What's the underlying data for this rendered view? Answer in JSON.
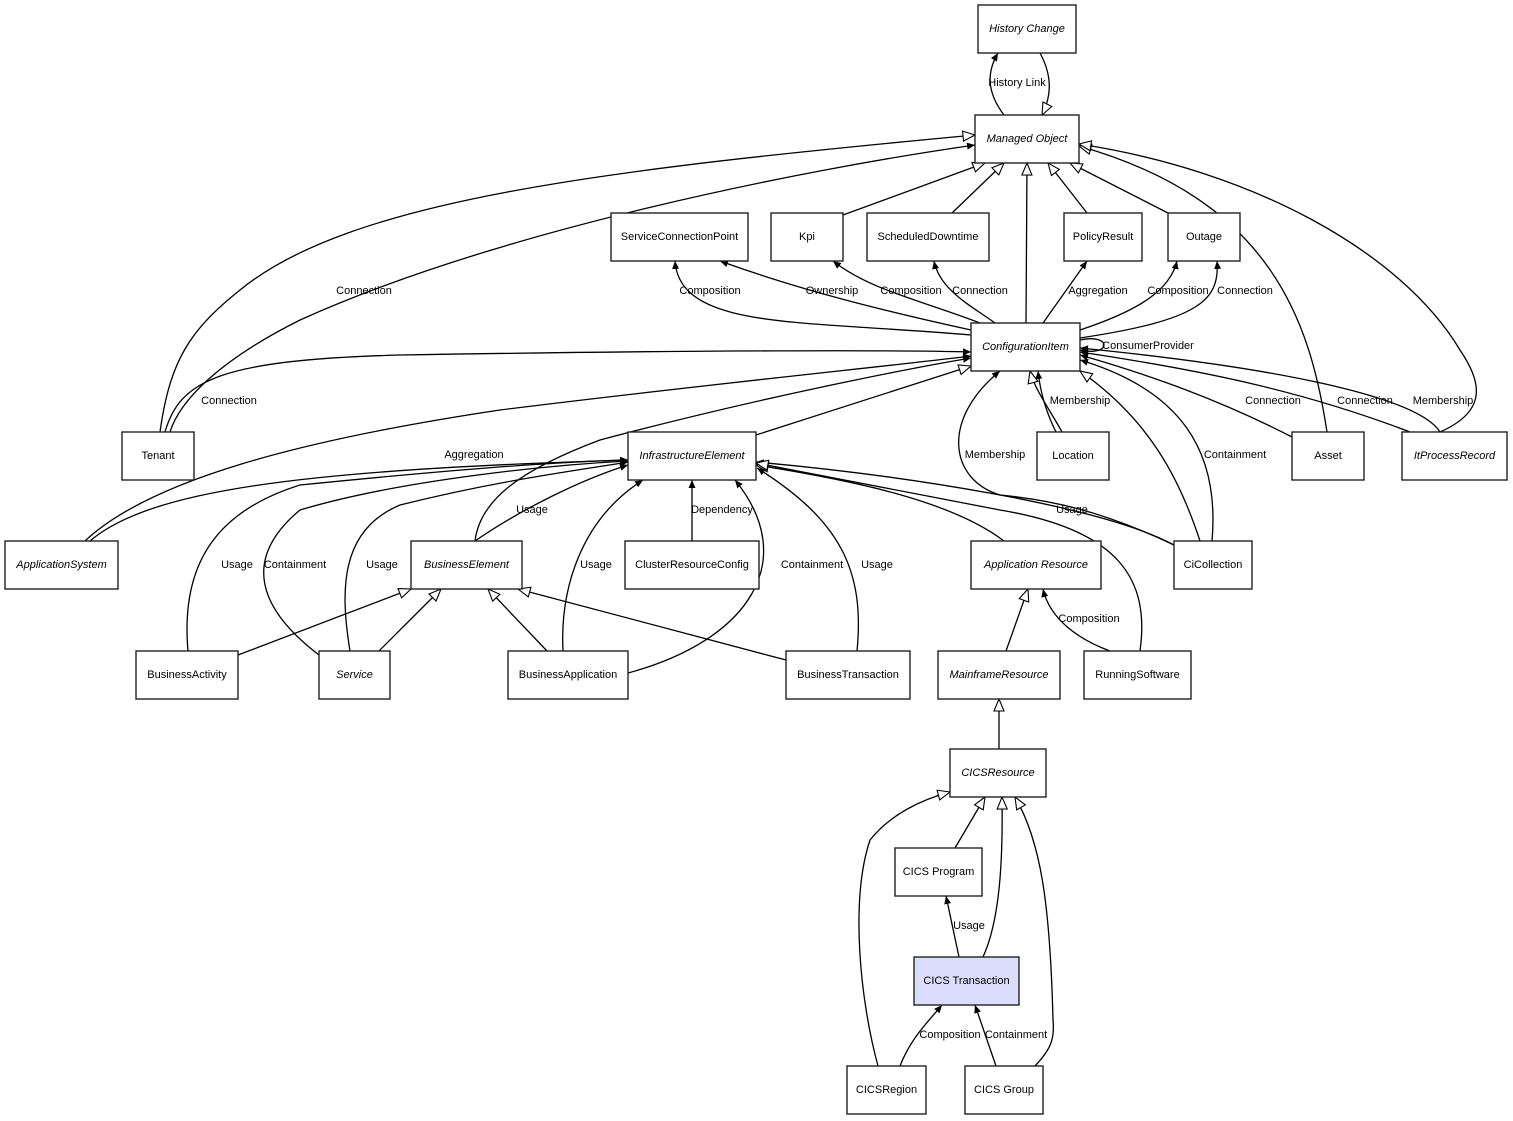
{
  "diagram": {
    "type": "class-relationship",
    "nodes": [
      {
        "id": "history_change",
        "label": "History Change",
        "abstract": true
      },
      {
        "id": "managed_object",
        "label": "Managed Object",
        "abstract": true
      },
      {
        "id": "scp",
        "label": "ServiceConnectionPoint",
        "abstract": false
      },
      {
        "id": "kpi",
        "label": "Kpi",
        "abstract": false
      },
      {
        "id": "sched",
        "label": "ScheduledDowntime",
        "abstract": false
      },
      {
        "id": "policy",
        "label": "PolicyResult",
        "abstract": false
      },
      {
        "id": "outage",
        "label": "Outage",
        "abstract": false
      },
      {
        "id": "ci",
        "label": "ConfigurationItem",
        "abstract": true
      },
      {
        "id": "tenant",
        "label": "Tenant",
        "abstract": false
      },
      {
        "id": "infra",
        "label": "InfrastructureElement",
        "abstract": true
      },
      {
        "id": "location",
        "label": "Location",
        "abstract": false
      },
      {
        "id": "asset",
        "label": "Asset",
        "abstract": false
      },
      {
        "id": "itprocess",
        "label": "ItProcessRecord",
        "abstract": true
      },
      {
        "id": "appsys",
        "label": "ApplicationSystem",
        "abstract": true
      },
      {
        "id": "buselem",
        "label": "BusinessElement",
        "abstract": true
      },
      {
        "id": "cluster",
        "label": "ClusterResourceConfig",
        "abstract": false
      },
      {
        "id": "appres",
        "label": "Application Resource",
        "abstract": true
      },
      {
        "id": "cicoll",
        "label": "CiCollection",
        "abstract": false
      },
      {
        "id": "busact",
        "label": "BusinessActivity",
        "abstract": false
      },
      {
        "id": "service",
        "label": "Service",
        "abstract": true
      },
      {
        "id": "busapp",
        "label": "BusinessApplication",
        "abstract": false
      },
      {
        "id": "bustrans",
        "label": "BusinessTransaction",
        "abstract": false
      },
      {
        "id": "mainframe",
        "label": "MainframeResource",
        "abstract": true
      },
      {
        "id": "running",
        "label": "RunningSoftware",
        "abstract": false
      },
      {
        "id": "cicsres",
        "label": "CICSResource",
        "abstract": true
      },
      {
        "id": "cicsprog",
        "label": "CICS Program",
        "abstract": false
      },
      {
        "id": "cicstrans",
        "label": "CICS Transaction",
        "abstract": false,
        "highlight": true
      },
      {
        "id": "cicsregion",
        "label": "CICSRegion",
        "abstract": false
      },
      {
        "id": "cicsgroup",
        "label": "CICS Group",
        "abstract": false
      }
    ],
    "edges": [
      {
        "from": "managed_object",
        "to": "history_change",
        "kind": "association",
        "label": "History Link"
      },
      {
        "from": "history_change",
        "to": "managed_object",
        "kind": "generalization",
        "label": ""
      },
      {
        "from": "tenant",
        "to": "managed_object",
        "kind": "generalization",
        "label": ""
      },
      {
        "from": "tenant",
        "to": "managed_object",
        "kind": "association",
        "label": "Connection"
      },
      {
        "from": "kpi",
        "to": "managed_object",
        "kind": "generalization",
        "label": ""
      },
      {
        "from": "sched",
        "to": "managed_object",
        "kind": "generalization",
        "label": ""
      },
      {
        "from": "ci",
        "to": "managed_object",
        "kind": "generalization",
        "label": ""
      },
      {
        "from": "policy",
        "to": "managed_object",
        "kind": "generalization",
        "label": ""
      },
      {
        "from": "outage",
        "to": "managed_object",
        "kind": "generalization",
        "label": ""
      },
      {
        "from": "asset",
        "to": "managed_object",
        "kind": "generalization",
        "label": ""
      },
      {
        "from": "itprocess",
        "to": "managed_object",
        "kind": "generalization",
        "label": ""
      },
      {
        "from": "ci",
        "to": "scp",
        "kind": "association",
        "label": "Composition"
      },
      {
        "from": "ci",
        "to": "scp",
        "kind": "association",
        "label": "Ownership"
      },
      {
        "from": "ci",
        "to": "kpi",
        "kind": "association",
        "label": "Composition"
      },
      {
        "from": "ci",
        "to": "sched",
        "kind": "association",
        "label": "Connection"
      },
      {
        "from": "ci",
        "to": "policy",
        "kind": "association",
        "label": "Aggregation"
      },
      {
        "from": "ci",
        "to": "outage",
        "kind": "association",
        "label": "Composition"
      },
      {
        "from": "ci",
        "to": "outage",
        "kind": "association",
        "label": "Connection"
      },
      {
        "from": "ci",
        "to": "ci",
        "kind": "association",
        "label": "ConsumerProvider"
      },
      {
        "from": "tenant",
        "to": "ci",
        "kind": "association",
        "label": "Connection"
      },
      {
        "from": "appsys",
        "to": "ci",
        "kind": "association",
        "label": ""
      },
      {
        "from": "appsys",
        "to": "infra",
        "kind": "association",
        "label": "Aggregation"
      },
      {
        "from": "infra",
        "to": "ci",
        "kind": "generalization",
        "label": ""
      },
      {
        "from": "buselem",
        "to": "ci",
        "kind": "association",
        "label": ""
      },
      {
        "from": "location",
        "to": "ci",
        "kind": "generalization",
        "label": ""
      },
      {
        "from": "location",
        "to": "ci",
        "kind": "association",
        "label": "Membership"
      },
      {
        "from": "cicoll",
        "to": "ci",
        "kind": "association",
        "label": "Membership"
      },
      {
        "from": "cicoll",
        "to": "ci",
        "kind": "generalization",
        "label": ""
      },
      {
        "from": "cicoll",
        "to": "ci",
        "kind": "association",
        "label": "Containment"
      },
      {
        "from": "asset",
        "to": "ci",
        "kind": "association",
        "label": "Connection"
      },
      {
        "from": "itprocess",
        "to": "ci",
        "kind": "association",
        "label": "Connection"
      },
      {
        "from": "itprocess",
        "to": "ci",
        "kind": "association",
        "label": "Membership"
      },
      {
        "from": "buselem",
        "to": "infra",
        "kind": "association",
        "label": "Usage"
      },
      {
        "from": "cluster",
        "to": "infra",
        "kind": "association",
        "label": "Dependency"
      },
      {
        "from": "cicoll",
        "to": "infra",
        "kind": "association",
        "label": "Usage"
      },
      {
        "from": "appres",
        "to": "infra",
        "kind": "generalization",
        "label": ""
      },
      {
        "from": "running",
        "to": "infra",
        "kind": "generalization",
        "label": ""
      },
      {
        "from": "busact",
        "to": "infra",
        "kind": "association",
        "label": "Usage"
      },
      {
        "from": "service",
        "to": "infra",
        "kind": "association",
        "label": "Containment"
      },
      {
        "from": "service",
        "to": "infra",
        "kind": "association",
        "label": "Usage"
      },
      {
        "from": "busapp",
        "to": "infra",
        "kind": "association",
        "label": "Usage"
      },
      {
        "from": "busapp",
        "to": "infra",
        "kind": "association",
        "label": "Containment"
      },
      {
        "from": "bustrans",
        "to": "infra",
        "kind": "association",
        "label": "Usage"
      },
      {
        "from": "busact",
        "to": "buselem",
        "kind": "generalization",
        "label": ""
      },
      {
        "from": "service",
        "to": "buselem",
        "kind": "generalization",
        "label": ""
      },
      {
        "from": "busapp",
        "to": "buselem",
        "kind": "generalization",
        "label": ""
      },
      {
        "from": "bustrans",
        "to": "buselem",
        "kind": "generalization",
        "label": ""
      },
      {
        "from": "mainframe",
        "to": "appres",
        "kind": "generalization",
        "label": ""
      },
      {
        "from": "running",
        "to": "appres",
        "kind": "association",
        "label": "Composition"
      },
      {
        "from": "cicsres",
        "to": "mainframe",
        "kind": "generalization",
        "label": ""
      },
      {
        "from": "cicsprog",
        "to": "cicsres",
        "kind": "generalization",
        "label": ""
      },
      {
        "from": "cicstrans",
        "to": "cicsres",
        "kind": "generalization",
        "label": ""
      },
      {
        "from": "cicstrans",
        "to": "cicsprog",
        "kind": "association",
        "label": "Usage"
      },
      {
        "from": "cicsregion",
        "to": "cicsres",
        "kind": "generalization",
        "label": ""
      },
      {
        "from": "cicsregion",
        "to": "cicstrans",
        "kind": "association",
        "label": "Composition"
      },
      {
        "from": "cicsgroup",
        "to": "cicstrans",
        "kind": "association",
        "label": "Containment"
      },
      {
        "from": "cicsgroup",
        "to": "cicsres",
        "kind": "generalization",
        "label": ""
      }
    ]
  }
}
